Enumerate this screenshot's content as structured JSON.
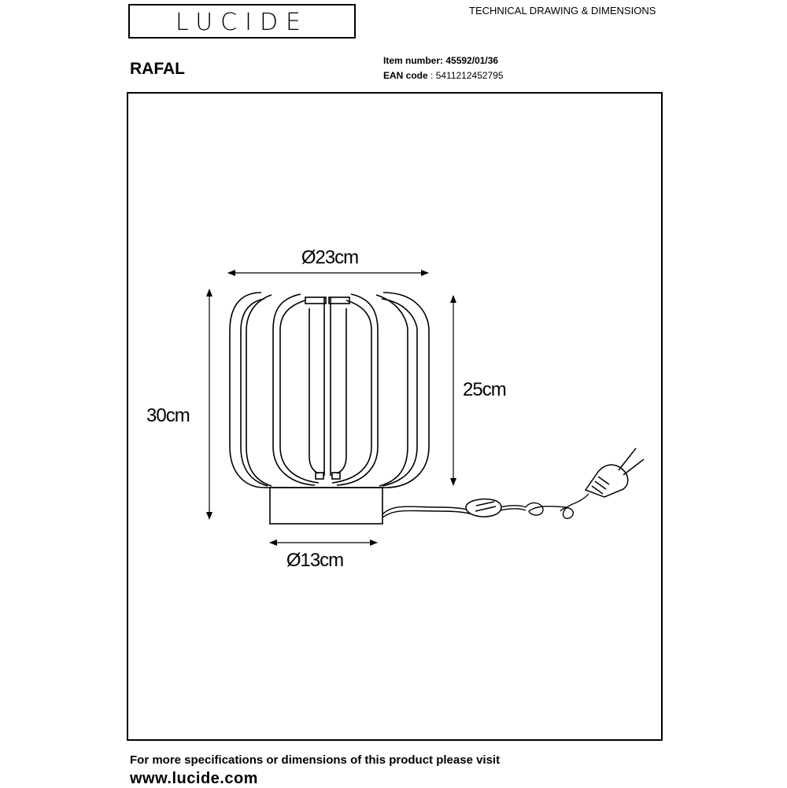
{
  "header": {
    "logo": "LUCIDE",
    "doc_title": "TECHNICAL DRAWING & DIMENSIONS",
    "product_name": "RAFAL",
    "item_number_label": "Item number:",
    "item_number": "45592/01/36",
    "ean_label": "EAN code",
    "ean_code": "5411212452795"
  },
  "dimensions": {
    "shade_diameter": "Ø23cm",
    "total_height": "30cm",
    "shade_height": "25cm",
    "base_diameter": "Ø13cm"
  },
  "footer": {
    "line1": "For more specifications or dimensions of this product please visit",
    "line2": "www.lucide.com"
  }
}
